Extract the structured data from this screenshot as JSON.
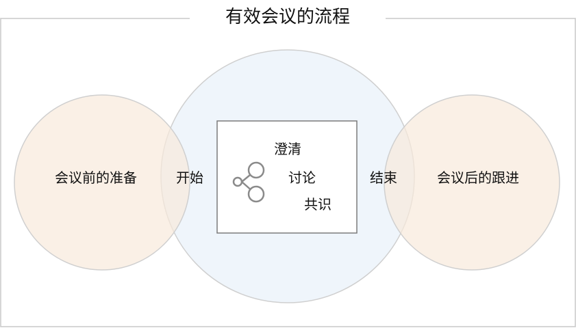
{
  "title": "有效会议的流程",
  "stages": {
    "before": "会议前的准备",
    "start": "开始",
    "end": "结束",
    "after": "会议后的跟进"
  },
  "center": {
    "items": [
      "澄清",
      "讨论",
      "共识"
    ],
    "icon": "share-nodes-icon"
  },
  "colors": {
    "side_circle_fill": "#fbf0e6",
    "center_circle_fill": "#edf4fb",
    "circle_stroke": "#cfcfcf",
    "frame_stroke": "#c8c8c8",
    "box_stroke": "#7a7a7a",
    "icon_stroke": "#8a8a8a"
  }
}
